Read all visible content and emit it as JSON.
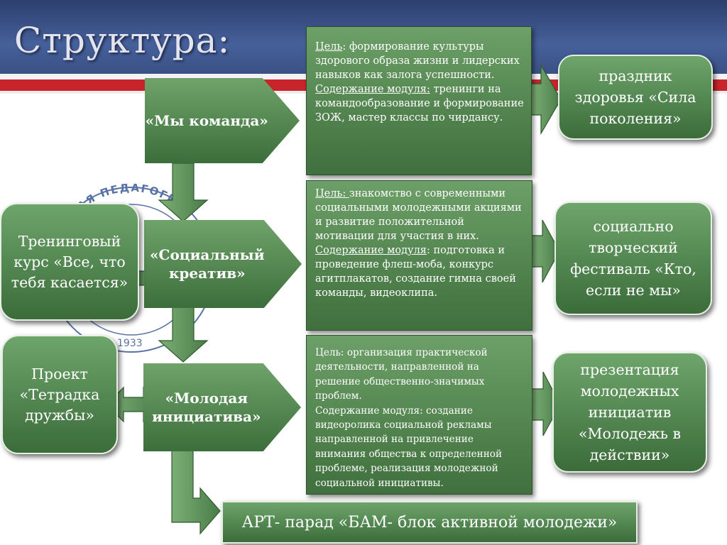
{
  "title": "Структура:",
  "modules": [
    {
      "label": "«Мы команда»"
    },
    {
      "label": "«Социальный креатив»"
    },
    {
      "label": "«Молодая инициатива»"
    }
  ],
  "infos": [
    {
      "goal_label": "Цель",
      "goal_text": ": формирование культуры здорового образа жизни и лидерских навыков как залога успешности.",
      "content_label": "Содержание модуля:",
      "content_text": " тренинги на командообразование и формирование ЗОЖ, мастер классы по чирдансу."
    },
    {
      "goal_label": "Цель: ",
      "goal_text": " знакомство с современными социальными молодежными акциями и развитие положительной мотивации для участия в них.",
      "content_label": "Содержание модуля",
      "content_text": ": подготовка и проведение флеш-моба, конкурс агитплакатов, создание гимна своей команды, видеоклипа."
    },
    {
      "goal_label": "",
      "goal_text": "Цель: организация практической деятельности, направленной на решение общественно-значимых проблем.",
      "content_label": "",
      "content_text": "Содержание модуля: создание видеоролика социальной рекламы направленной на привлечение внимания общества к определенной проблеме, реализация молодежной социальной инициативы."
    }
  ],
  "results": [
    {
      "text": "праздник здоровья «Сила поколения»"
    },
    {
      "text": "социально творческий фестиваль «Кто, если не мы»"
    },
    {
      "text": "презентация молодежных инициатив «Молодежь в действии»"
    }
  ],
  "side": [
    {
      "text": "Тренинговый курс «Все, что тебя касается»"
    },
    {
      "text": "Проект «Тетрадка дружбы»"
    }
  ],
  "bottom": {
    "text": "АРТ- парад «БАМ- блок активной молодежи»"
  },
  "emblem": {
    "text": "ЕННАЯ ПЕДАГОГИ",
    "year": "1933"
  },
  "colors": {
    "green_top": "#6fa36a",
    "green_bottom": "#3c6e3b",
    "header_blue": "#3a4f85",
    "stripe_red": "#c8242b"
  }
}
